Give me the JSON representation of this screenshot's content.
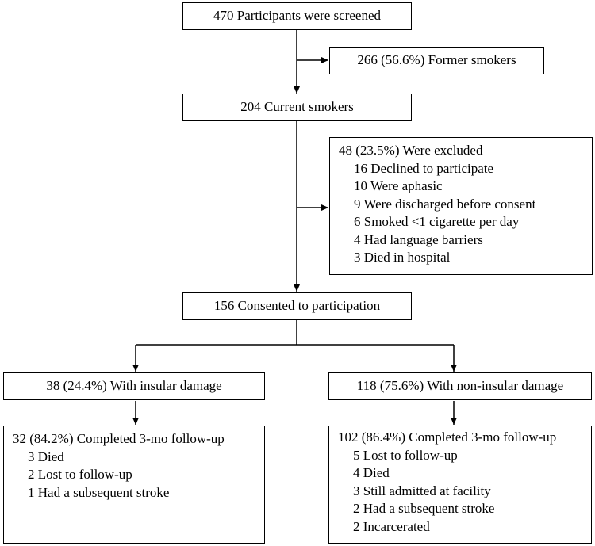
{
  "screened": {
    "label": "470 Participants were screened"
  },
  "former_smokers": {
    "label": "266 (56.6%) Former smokers"
  },
  "current_smokers": {
    "label": "204 Current smokers"
  },
  "excluded": {
    "title": "48 (23.5%) Were excluded",
    "reasons": [
      "16 Declined to participate",
      "10 Were aphasic",
      "9 Were discharged before consent",
      "6 Smoked <1 cigarette per day",
      "4 Had language barriers",
      "3 Died in hospital"
    ]
  },
  "consented": {
    "label": "156 Consented to participation"
  },
  "insular": {
    "label": "38 (24.4%) With insular damage",
    "followup": {
      "title": "32 (84.2%) Completed 3-mo follow-up",
      "items": [
        "3 Died",
        "2 Lost to follow-up",
        "1 Had a subsequent stroke"
      ]
    }
  },
  "non_insular": {
    "label": "118 (75.6%) With non-insular damage",
    "followup": {
      "title": "102 (86.4%) Completed 3-mo follow-up",
      "items": [
        "5 Lost to follow-up",
        "4 Died",
        "3 Still admitted at facility",
        "2 Had a subsequent stroke",
        "2 Incarcerated"
      ]
    }
  }
}
